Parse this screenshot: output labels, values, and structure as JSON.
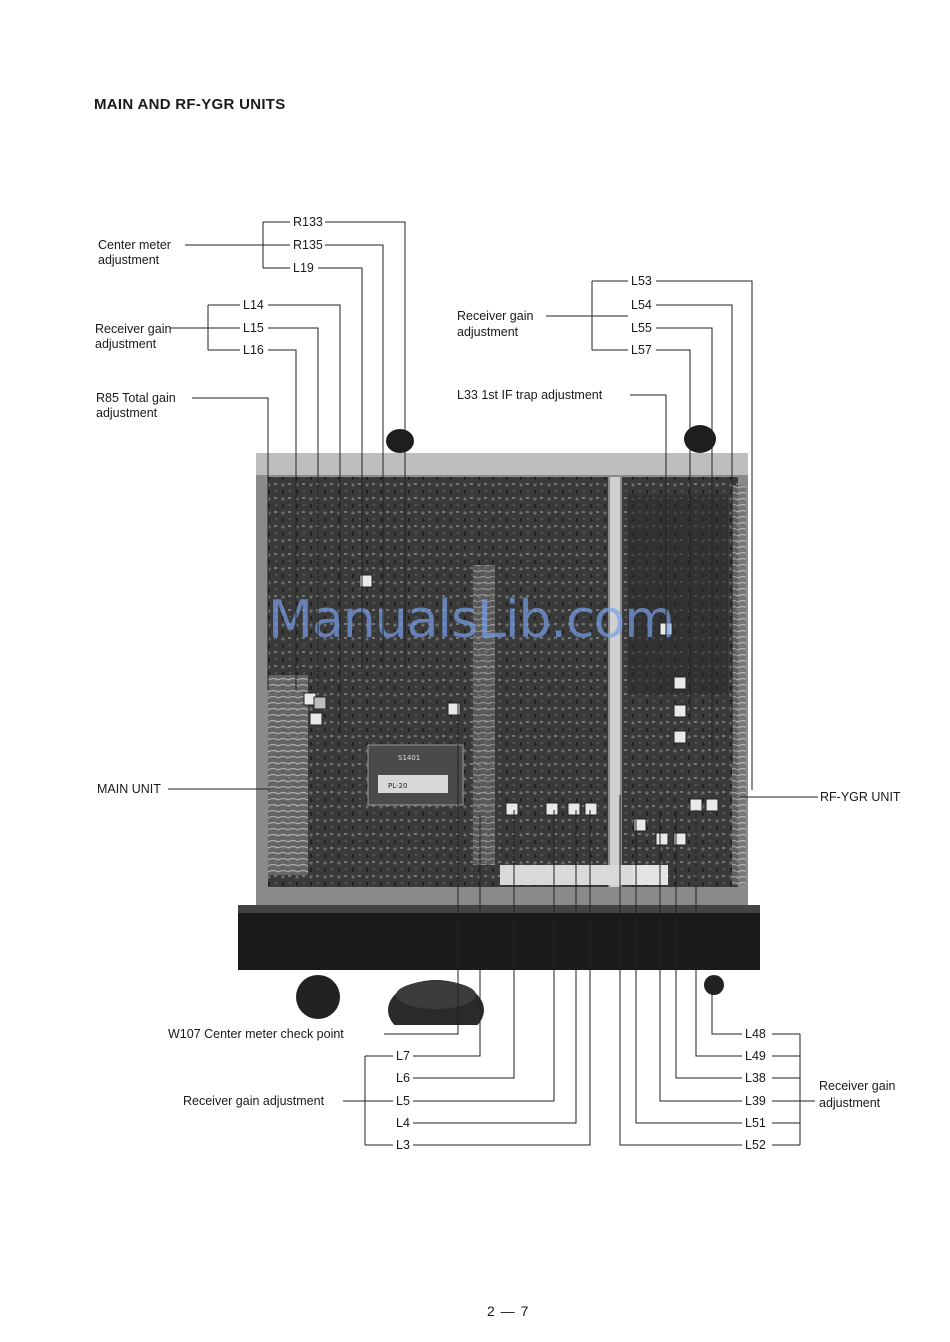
{
  "page": {
    "title": "MAIN AND RF-YGR UNITS",
    "page_number": "2 — 7",
    "watermark": "ManualsLib.com"
  },
  "callouts": {
    "center_meter_line1": "Center meter",
    "center_meter_line2": "adjustment",
    "rx_gain_left_line1": "Receiver gain",
    "rx_gain_left_line2": "adjustment",
    "r85_line1": "R85  Total gain",
    "r85_line2": "adjustment",
    "main_unit": "MAIN UNIT",
    "rx_gain_top_right_line1": "Receiver gain",
    "rx_gain_top_right_line2": "adjustment",
    "l33_trap": "L33  1st IF trap adjustment",
    "rf_ygr_unit": "RF-YGR UNIT",
    "w107": "W107  Center meter check point",
    "rx_gain_bottom_left": "Receiver gain adjustment",
    "rx_gain_bottom_right_line1": "Receiver gain",
    "rx_gain_bottom_right_line2": "adjustment"
  },
  "labels": {
    "r133": "R133",
    "r135": "R135",
    "l19": "L19",
    "l14": "L14",
    "l15": "L15",
    "l16": "L16",
    "l53": "L53",
    "l54": "L54",
    "l55": "L55",
    "l57": "L57",
    "l7": "L7",
    "l6": "L6",
    "l5": "L5",
    "l4": "L4",
    "l3": "L3",
    "l48": "L48",
    "l49": "L49",
    "l38": "L38",
    "l39": "L39",
    "l51": "L51",
    "l52": "L52"
  },
  "photo": {
    "description_icon": "circuit-board-photo",
    "board_text_1": "S1401",
    "board_text_2": "PL-20"
  }
}
